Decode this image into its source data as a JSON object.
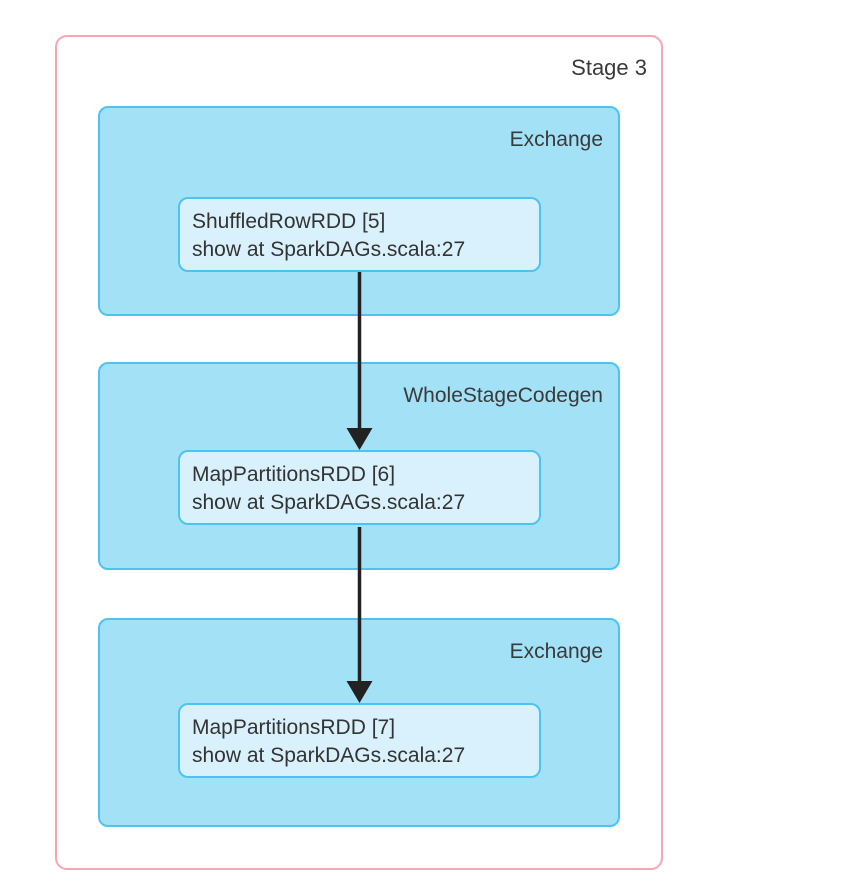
{
  "stage": {
    "label": "Stage 3"
  },
  "clusters": [
    {
      "label": "Exchange",
      "node": {
        "name": "ShuffledRowRDD [5]",
        "callsite": "show at SparkDAGs.scala:27"
      }
    },
    {
      "label": "WholeStageCodegen",
      "node": {
        "name": "MapPartitionsRDD [6]",
        "callsite": "show at SparkDAGs.scala:27"
      }
    },
    {
      "label": "Exchange",
      "node": {
        "name": "MapPartitionsRDD [7]",
        "callsite": "show at SparkDAGs.scala:27"
      }
    }
  ],
  "edges": [
    {
      "from": "ShuffledRowRDD [5]",
      "to": "MapPartitionsRDD [6]"
    },
    {
      "from": "MapPartitionsRDD [6]",
      "to": "MapPartitionsRDD [7]"
    }
  ],
  "colors": {
    "stage_border": "#F7A6B6",
    "cluster_fill": "#A3E1F7",
    "cluster_border": "#4FC3F0",
    "node_fill": "#D9F1FC",
    "node_border": "#4FC3F0",
    "edge": "#222222",
    "text": "#333333",
    "background": "#FFFFFF"
  }
}
